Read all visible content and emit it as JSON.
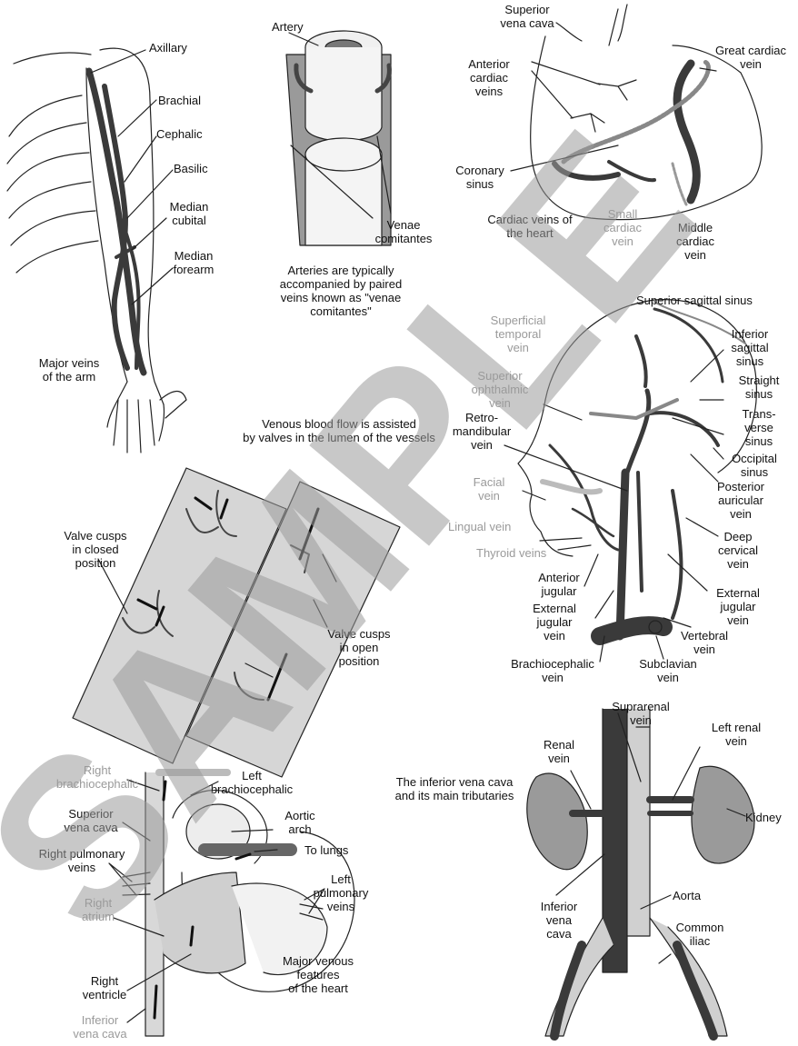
{
  "arm": {
    "axillary": "Axillary",
    "brachial": "Brachial",
    "cephalic": "Cephalic",
    "basilic": "Basilic",
    "median_cubital": "Median\ncubital",
    "median_forearm": "Median\nforearm",
    "caption": "Major veins\nof the arm"
  },
  "comitantes": {
    "artery": "Artery",
    "venae": "Venae\ncomitantes",
    "caption": "Arteries are typically\naccompanied by paired\nveins known as \"venae\ncomitantes\""
  },
  "cardiac": {
    "svc": "Superior\nvena cava",
    "great": "Great cardiac\nvein",
    "anterior": "Anterior\ncardiac\nveins",
    "coronary": "Coronary\nsinus",
    "caption": "Cardiac veins of\nthe heart",
    "small": "Small\ncardiac\nvein",
    "middle": "Middle\ncardiac\nvein"
  },
  "head": {
    "superior_sagittal": "Superior sagittal sinus",
    "superficial_temporal": "Superficial\ntemporal\nvein",
    "inferior_sagittal": "Inferior\nsagittal\nsinus",
    "straight": "Straight\nsinus",
    "transverse": "Trans-\nverse\nsinus",
    "superior_ophthalmic": "Superior\nophthalmic\nvein",
    "retromandibular": "Retro-\nmandibular\nvein",
    "occipital": "Occipital\nsinus",
    "posterior_auricular": "Posterior\nauricular\nvein",
    "facial": "Facial\nvein",
    "lingual": "Lingual vein",
    "deep_cervical": "Deep\ncervical\nvein",
    "thyroid": "Thyroid veins",
    "anterior_jugular": "Anterior\njugular",
    "external_jugular_r": "External\njugular\nvein",
    "external_jugular_l": "External\njugular\nvein",
    "vertebral": "Vertebral\nvein",
    "brachiocephalic": "Brachiocephalic\nvein",
    "subclavian": "Subclavian\nvein"
  },
  "valves": {
    "caption": "Venous blood flow is assisted\nby valves in the lumen of the vessels",
    "closed": "Valve cusps\nin closed\nposition",
    "open": "Valve cusps\nin open\nposition"
  },
  "heart": {
    "right_brachiocephalic": "Right\nbrachiocephalic",
    "left_brachiocephalic": "Left\nbrachiocephalic",
    "svc": "Superior\nvena cava",
    "aortic_arch": "Aortic\narch",
    "right_pulmonary": "Right pulmonary\nveins",
    "to_lungs": "To lungs",
    "left_pulmonary": "Left\npulmonary\nveins",
    "right_atrium": "Right\natrium",
    "major": "Major venous\nfeatures\nof the heart",
    "right_ventricle": "Right\nventricle",
    "ivc": "Inferior\nvena cava"
  },
  "ivc": {
    "suprarenal": "Suprarenal\nvein",
    "renal": "Renal\nvein",
    "left_renal": "Left renal\nvein",
    "caption": "The inferior vena cava\nand its main tributaries",
    "kidney": "Kidney",
    "aorta": "Aorta",
    "inferior_vena_cava": "Inferior\nvena\ncava",
    "common_iliac": "Common\niliac"
  },
  "watermark": {
    "text": "SAMPLE"
  }
}
